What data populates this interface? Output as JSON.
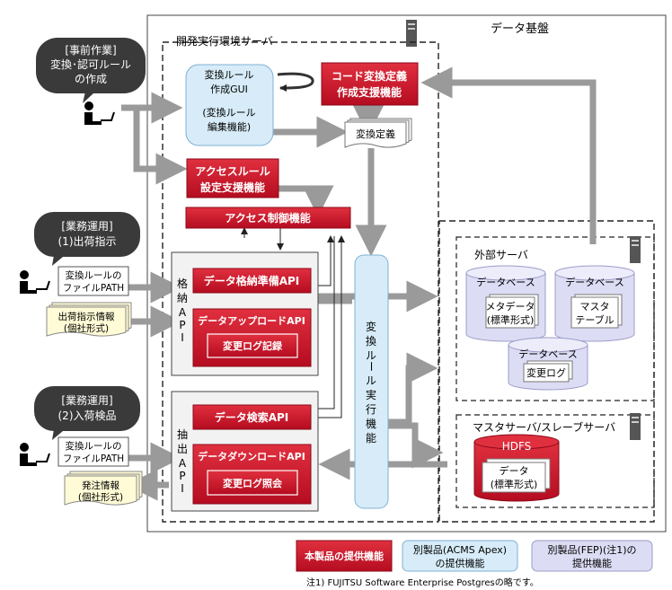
{
  "titles": {
    "data_platform": "データ基盤",
    "dev_server": "開発実行環境サーバ",
    "external_server": "外部サーバ",
    "master_slave_server": "マスタサーバ/スレーブサーバ"
  },
  "bubbles": {
    "prework": [
      "[事前作業]",
      "変換･認可ルール",
      "の作成"
    ],
    "shipping": [
      "[業務運用]",
      "(1)出荷指示"
    ],
    "receiving": [
      "[業務運用]",
      "(2)入荷検品"
    ]
  },
  "gui": [
    "変換ルール",
    "作成GUI",
    "(変換ルール",
    "編集機能)"
  ],
  "code_def": [
    "コード変換定義",
    "作成支援機能"
  ],
  "conv_def": "変換定義",
  "access_rule": [
    "アクセスルール",
    "設定支援機能"
  ],
  "access_control": "アクセス制御機能",
  "store_group": {
    "label": [
      "格",
      "納",
      "A",
      "P",
      "I"
    ],
    "prep_api": "データ格納準備API",
    "upload_api": "データアップロードAPI",
    "change_log_record": "変更ログ記録"
  },
  "extract_group": {
    "label": [
      "抽",
      "出",
      "A",
      "P",
      "I"
    ],
    "search_api": "データ検索API",
    "download_api": "データダウンロードAPI",
    "change_log_query": "変更ログ照会"
  },
  "conv_exec": [
    "変",
    "換",
    "ル",
    "ー",
    "ル",
    "実",
    "行",
    "機",
    "能"
  ],
  "inputs": {
    "file_path_1": [
      "変換ルールの",
      "ファイルPATH"
    ],
    "ship_info": [
      "出荷指示情報",
      "(個社形式)"
    ],
    "file_path_2": [
      "変換ルールの",
      "ファイルPATH"
    ],
    "order_info": [
      "発注情報",
      "(個社形式)"
    ]
  },
  "databases": {
    "db1": "データベース",
    "meta": [
      "メタデータ",
      "(標準形式)"
    ],
    "db2": "データベース",
    "master": [
      "マスタ",
      "テーブル"
    ],
    "db3": "データベース",
    "change_log": "変更ログ",
    "hdfs": "HDFS",
    "hdfs_data": [
      "データ",
      "(標準形式)"
    ]
  },
  "legend": {
    "own": "本製品の提供機能",
    "acms": [
      "別製品(ACMS Apex)",
      "の提供機能"
    ],
    "fep": [
      "別製品(FEP)(注1)の",
      "提供機能"
    ]
  },
  "footnote": "注1) FUJITSU Software Enterprise Postgresの略です。",
  "colors": {
    "red_fill": "#c8102e",
    "red_border": "#8b0a1a",
    "acms_fill": "#d7ecf8",
    "acms_border": "#7fb1d4",
    "fep_fill": "#dcdcf4",
    "fep_border": "#9c9cc8",
    "arrow_gray": "#9a9a9a",
    "bubble": "#3a3a3a",
    "note_fill": "#fffbd6"
  }
}
